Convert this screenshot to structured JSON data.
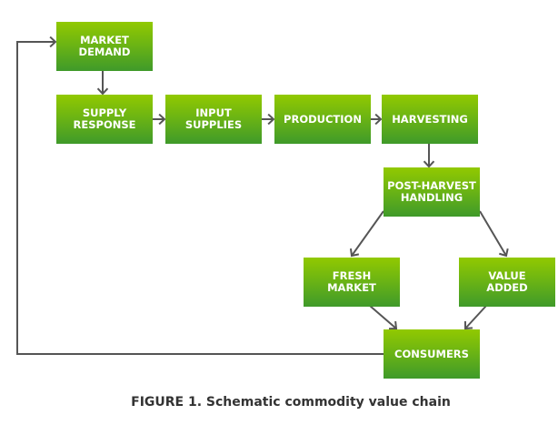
{
  "diagram": {
    "nodes": [
      {
        "id": "market-demand",
        "label": "MARKET\nDEMAND"
      },
      {
        "id": "supply-response",
        "label": "SUPPLY\nRESPONSE"
      },
      {
        "id": "input-supplies",
        "label": "INPUT\nSUPPLIES"
      },
      {
        "id": "production",
        "label": "PRODUCTION"
      },
      {
        "id": "harvesting",
        "label": "HARVESTING"
      },
      {
        "id": "post-harvest-handling",
        "label": "POST-HARVEST\nHANDLING"
      },
      {
        "id": "fresh-market",
        "label": "FRESH\nMARKET"
      },
      {
        "id": "value-added",
        "label": "VALUE\nADDED"
      },
      {
        "id": "consumers",
        "label": "CONSUMERS"
      }
    ],
    "edges": [
      {
        "from": "market-demand",
        "to": "supply-response"
      },
      {
        "from": "supply-response",
        "to": "input-supplies"
      },
      {
        "from": "input-supplies",
        "to": "production"
      },
      {
        "from": "production",
        "to": "harvesting"
      },
      {
        "from": "harvesting",
        "to": "post-harvest-handling"
      },
      {
        "from": "post-harvest-handling",
        "to": "fresh-market"
      },
      {
        "from": "post-harvest-handling",
        "to": "value-added"
      },
      {
        "from": "fresh-market",
        "to": "consumers"
      },
      {
        "from": "value-added",
        "to": "consumers"
      },
      {
        "from": "consumers",
        "to": "market-demand",
        "type": "feedback"
      }
    ],
    "colors": {
      "node_top": "#92c900",
      "node_bottom": "#3f9a2a",
      "line": "#555555",
      "text": "#ffffff"
    }
  },
  "caption": "FIGURE 1. Schematic commodity value chain"
}
